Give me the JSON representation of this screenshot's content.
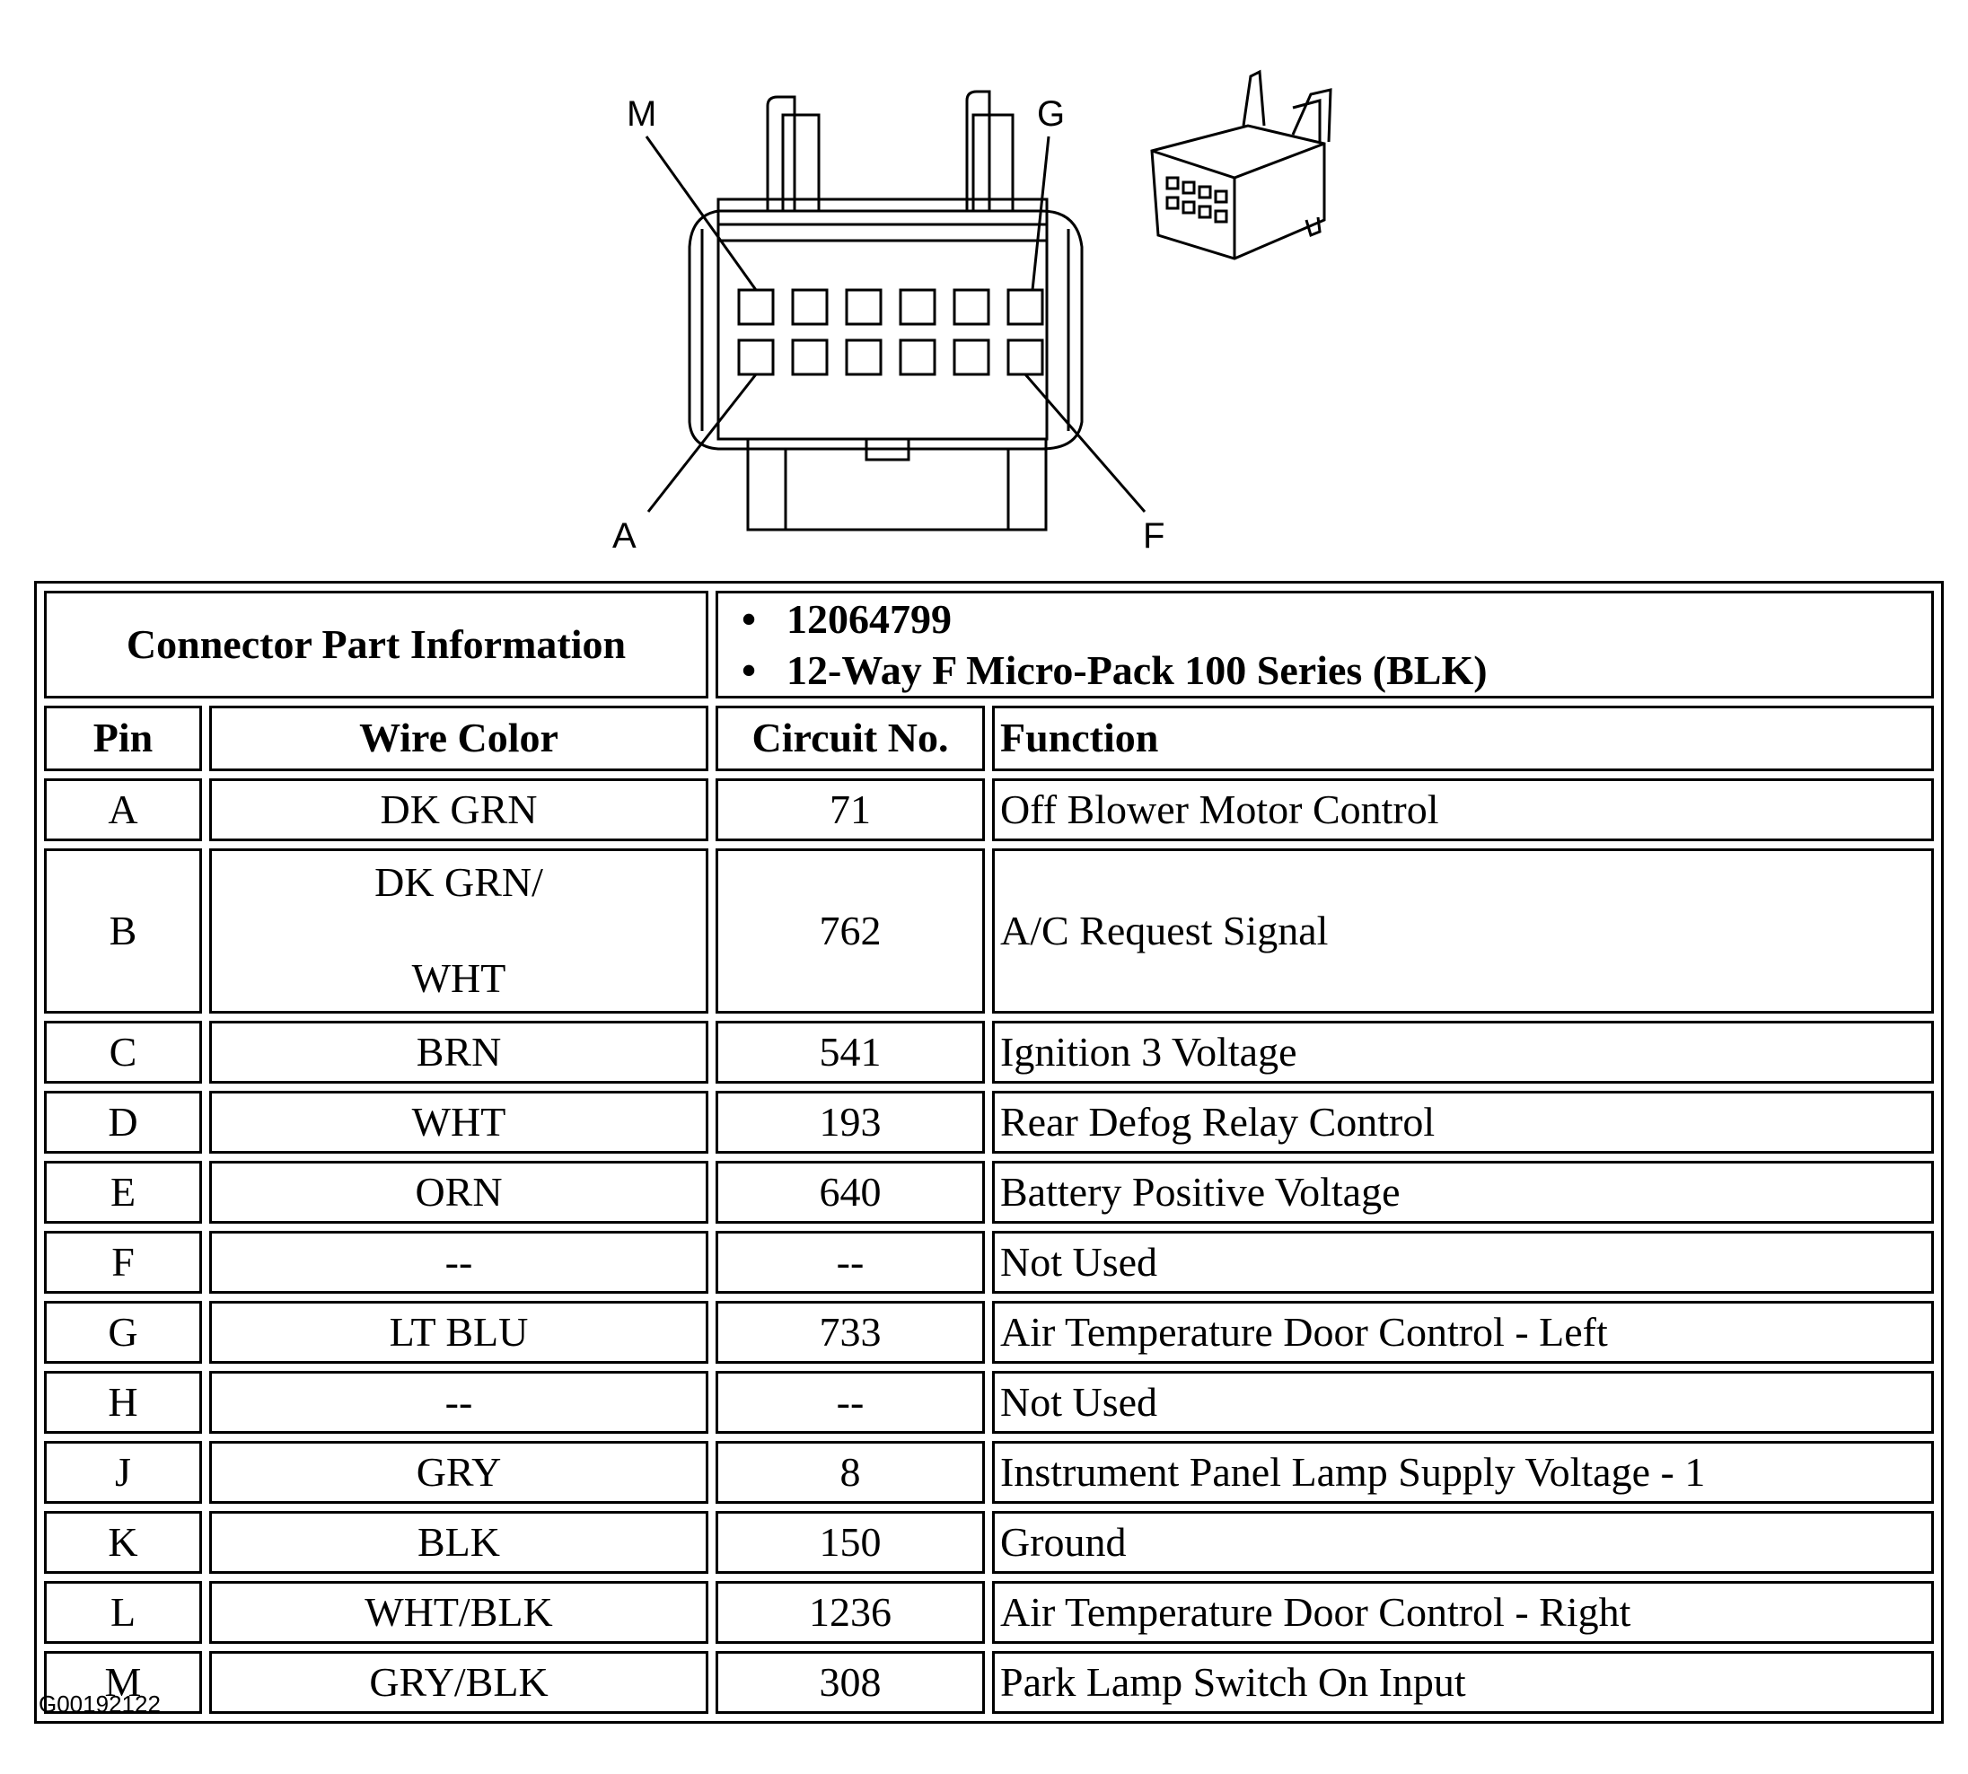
{
  "diagram": {
    "callouts": [
      "M",
      "G",
      "A",
      "F"
    ]
  },
  "connector_info": {
    "label": "Connector Part Information",
    "items": [
      "12064799",
      "12-Way F Micro-Pack 100 Series (BLK)"
    ]
  },
  "headers": [
    "Pin",
    "Wire Color",
    "Circuit No.",
    "Function"
  ],
  "rows": [
    {
      "pin": "A",
      "color": "DK GRN",
      "circuit": "71",
      "function": "Off Blower Motor Control"
    },
    {
      "pin": "B",
      "color_lines": [
        "DK GRN/",
        "WHT"
      ],
      "circuit": "762",
      "function": "A/C Request Signal"
    },
    {
      "pin": "C",
      "color": "BRN",
      "circuit": "541",
      "function": "Ignition 3 Voltage"
    },
    {
      "pin": "D",
      "color": "WHT",
      "circuit": "193",
      "function": "Rear Defog Relay Control"
    },
    {
      "pin": "E",
      "color": "ORN",
      "circuit": "640",
      "function": "Battery Positive Voltage"
    },
    {
      "pin": "F",
      "color": "--",
      "circuit": "--",
      "function": "Not Used"
    },
    {
      "pin": "G",
      "color": "LT BLU",
      "circuit": "733",
      "function": "Air Temperature Door Control - Left"
    },
    {
      "pin": "H",
      "color": "--",
      "circuit": "--",
      "function": "Not Used"
    },
    {
      "pin": "J",
      "color": "GRY",
      "circuit": "8",
      "function": "Instrument Panel Lamp Supply Voltage - 1"
    },
    {
      "pin": "K",
      "color": "BLK",
      "circuit": "150",
      "function": "Ground"
    },
    {
      "pin": "L",
      "color": "WHT/BLK",
      "circuit": "1236",
      "function": "Air Temperature Door Control - Right"
    },
    {
      "pin": "M",
      "color": "GRY/BLK",
      "circuit": "308",
      "function": "Park Lamp Switch On Input"
    }
  ],
  "figure_id": "G00192122"
}
